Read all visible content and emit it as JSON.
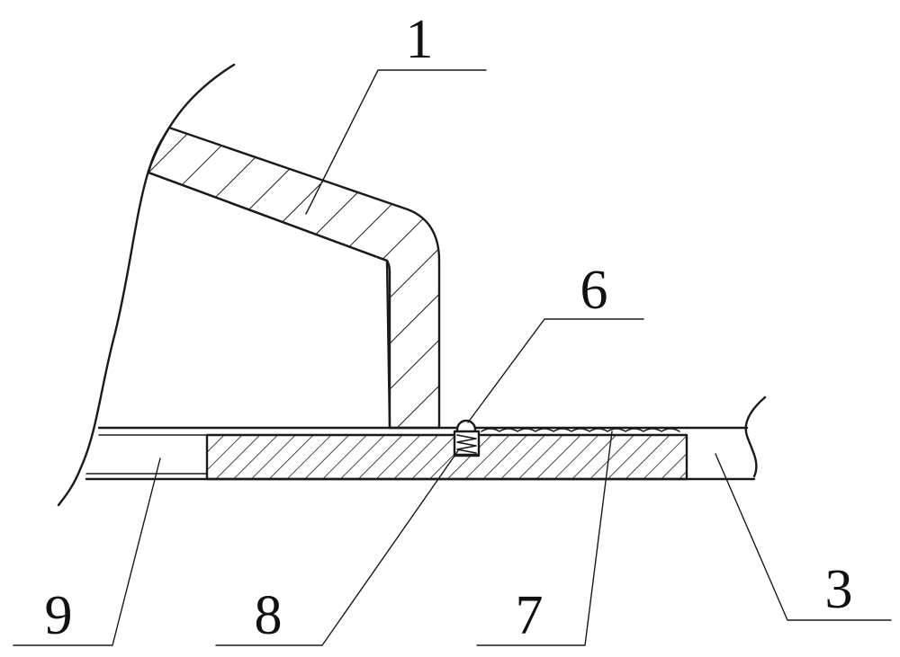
{
  "labels": {
    "part_1": "1",
    "part_3": "3",
    "part_6": "6",
    "part_7": "7",
    "part_8": "8",
    "part_9": "9"
  },
  "colors": {
    "line": "#1a1a1a",
    "background": "#ffffff"
  }
}
